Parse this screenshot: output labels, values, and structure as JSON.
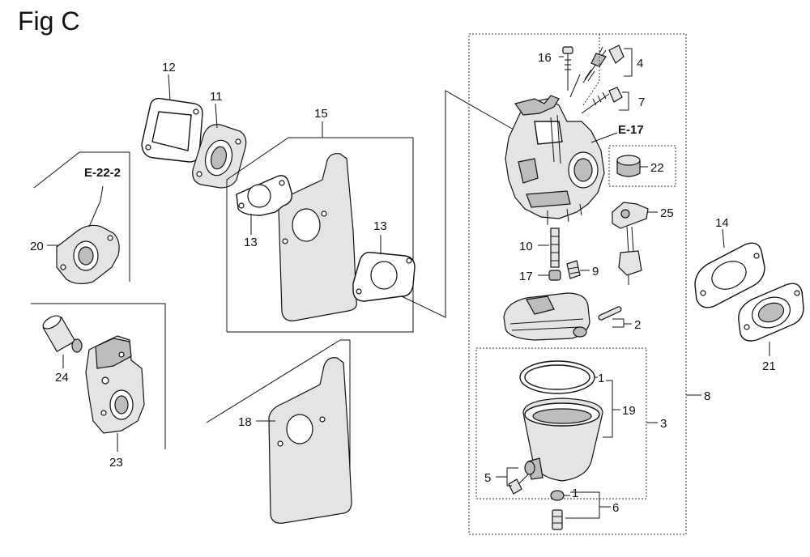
{
  "figure": {
    "title": "Fig C"
  },
  "refs": {
    "e222": "E-22-2",
    "e17": "E-17"
  },
  "labels": {
    "p1a": "1",
    "p1b": "1",
    "p2": "2",
    "p3": "3",
    "p4": "4",
    "p5": "5",
    "p6": "6",
    "p7": "7",
    "p8": "8",
    "p9": "9",
    "p10": "10",
    "p11": "11",
    "p12": "12",
    "p13a": "13",
    "p13b": "13",
    "p14": "14",
    "p15": "15",
    "p16": "16",
    "p17": "17",
    "p18": "18",
    "p19": "19",
    "p20": "20",
    "p21": "21",
    "p22": "22",
    "p23": "23",
    "p24": "24",
    "p25": "25"
  },
  "colors": {
    "ink": "#111111",
    "dashed_box": "#333333",
    "shading": "#bdbdbd"
  }
}
